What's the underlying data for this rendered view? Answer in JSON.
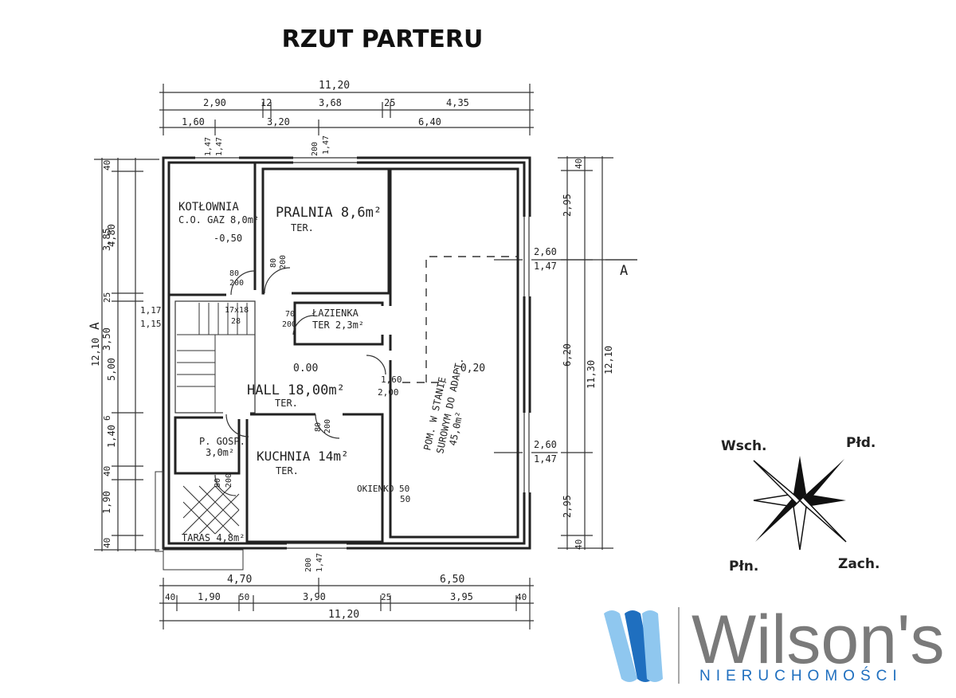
{
  "title": "RZUT PARTERU",
  "rooms": {
    "kotlownia": "KOTŁOWNIA",
    "kotlownia_sub": "C.O. GAZ 8,0m²",
    "pralnia": "PRALNIA 8,6m²",
    "pralnia_sub": "TER.",
    "lazienka": "ŁAZIENKA",
    "lazienka_sub": "TER 2,3m²",
    "hall": "HALL 18,00m²",
    "hall_sub": "TER.",
    "kuchnia": "KUCHNIA 14m²",
    "kuchnia_sub": "TER.",
    "pom_line1": "POM. W STANIE",
    "pom_line2": "SUROWYM DO ADAPT.",
    "pom_line3": "45,0m²",
    "pgrzew": "P. GOSP.",
    "pgrzew_sub": "3,0m²",
    "taras": "TARAS 4,8m²",
    "okienko": "OKIENKO 50",
    "okienko_sub": "50"
  },
  "levels": {
    "hall_level": "0.00",
    "pom_level": "-0,20",
    "kot_level": "-0,50"
  },
  "dims_top": {
    "overall": "11,20",
    "row2": [
      "2,90",
      "12",
      "3,68",
      "25",
      "4,35"
    ],
    "row3": [
      "1,60",
      "3,20",
      "6,40"
    ]
  },
  "dims_bottom": {
    "row1": [
      "4,70",
      "6,50"
    ],
    "row2": [
      "40",
      "1,90",
      "50",
      "3,90",
      "25",
      "3,95",
      "40"
    ],
    "overall": "11,20"
  },
  "dims_left": {
    "outer": "12,10",
    "mid": [
      "4,80",
      "5,00",
      "1,40"
    ],
    "inner": [
      "40",
      "3,85",
      "25",
      "3,50",
      "6",
      "40",
      "1,90",
      "40"
    ],
    "marks": [
      "1,17",
      "1,15"
    ],
    "section": "A"
  },
  "dims_right": {
    "outer": "12,10",
    "mid": [
      "11,30"
    ],
    "inner": [
      "40",
      "2,95",
      "6,20",
      "2,95",
      "40"
    ],
    "window1": [
      "2,60",
      "1,47"
    ],
    "window2": [
      "2,60",
      "1,47"
    ],
    "section": "A"
  },
  "door_marks": {
    "pralnia_top": [
      "200",
      "1,47"
    ],
    "kot_top": [
      "1,47",
      "1,47"
    ],
    "kot_door": [
      "80",
      "200"
    ],
    "pralnia_door": [
      "80",
      "200"
    ],
    "laz_door": [
      "70",
      "200"
    ],
    "hall_door": [
      "1,60",
      "2,00"
    ],
    "kuchnia_door": [
      "80",
      "200"
    ],
    "pg_door": [
      "80",
      "200"
    ],
    "kuchnia_bottom": [
      "200",
      "1,47"
    ],
    "stairs": [
      "17x18",
      "28"
    ]
  },
  "compass": {
    "top_left": "Wsch.",
    "top_right": "Płd.",
    "bottom_left": "Płn.",
    "bottom_right": "Zach."
  },
  "logo": {
    "name": "Wilson's",
    "subtitle": "NIERUCHOMOŚCI",
    "colors": {
      "blue": "#1f6fbf",
      "light_blue": "#8fc7ef",
      "grey": "#7a7a7a"
    }
  }
}
